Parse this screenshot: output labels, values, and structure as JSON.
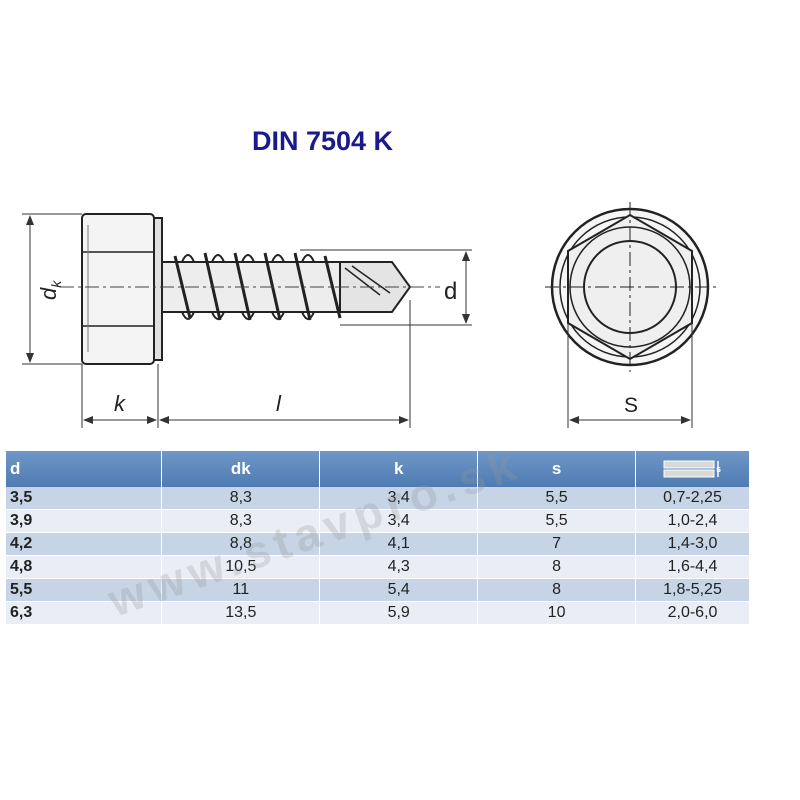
{
  "title": "DIN 7504 K",
  "drawing": {
    "label_dk": "d",
    "label_dk_sub": "k",
    "label_d": "d",
    "label_k": "k",
    "label_l": "l",
    "label_s": "S"
  },
  "table": {
    "headers": [
      "d",
      "dk",
      "k",
      "s"
    ],
    "thickness_icon": "plate-thickness-icon",
    "rows": [
      {
        "d": "3,5",
        "dk": "8,3",
        "k": "3,4",
        "s": "5,5",
        "t": "0,7-2,25"
      },
      {
        "d": "3,9",
        "dk": "8,3",
        "k": "3,4",
        "s": "5,5",
        "t": "1,0-2,4"
      },
      {
        "d": "4,2",
        "dk": "8,8",
        "k": "4,1",
        "s": "7",
        "t": "1,4-3,0"
      },
      {
        "d": "4,8",
        "dk": "10,5",
        "k": "4,3",
        "s": "8",
        "t": "1,6-4,4"
      },
      {
        "d": "5,5",
        "dk": "11",
        "k": "5,4",
        "s": "8",
        "t": "1,8-5,25"
      },
      {
        "d": "6,3",
        "dk": "13,5",
        "k": "5,9",
        "s": "10",
        "t": "2,0-6,0"
      }
    ]
  },
  "watermark": "www.stavpro.sk",
  "colors": {
    "title": "#1a1a8c",
    "header_bg": "#5a84ba",
    "row_dark": "#c6d4e6",
    "row_light": "#e9eef6"
  }
}
